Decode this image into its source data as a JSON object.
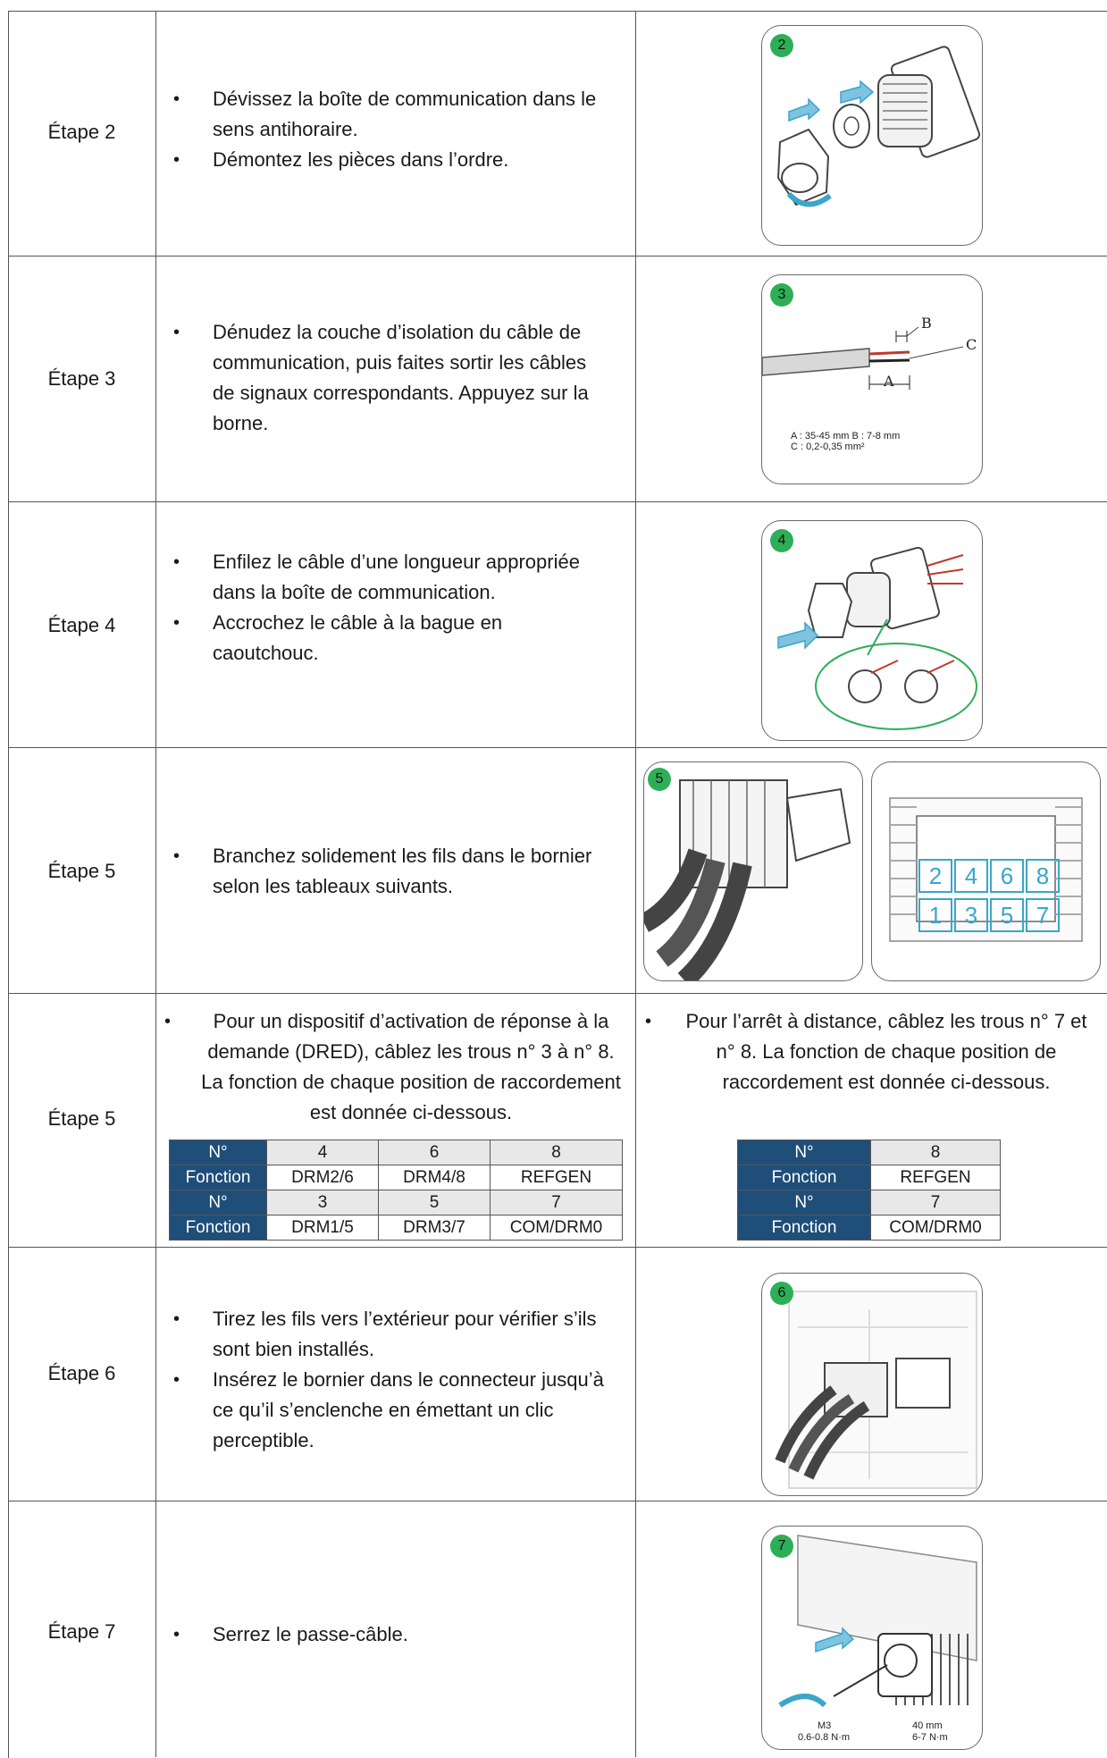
{
  "rows": [
    {
      "step": "Étape 2",
      "bullets": [
        "Dévissez la boîte de communication dans le sens antihoraire.",
        "Démontez les pièces dans l’ordre."
      ],
      "badge": "2"
    },
    {
      "step": "Étape 3",
      "bullets": [
        "Dénudez la couche d’isolation du câble de communication, puis faites sortir les câbles de signaux correspondants. Appuyez sur la borne."
      ],
      "badge": "3",
      "labels": {
        "a": "A",
        "b": "B",
        "c": "C"
      },
      "caption": {
        "line1": "A : 35-45 mm   B : 7-8 mm",
        "line2": "C : 0,2-0,35 mm²"
      }
    },
    {
      "step": "Étape 4",
      "bullets": [
        "Enfilez le câble d’une longueur appropriée dans la boîte de communication.",
        "Accrochez le câble à la bague en caoutchouc."
      ],
      "badge": "4"
    },
    {
      "step": "Étape 5",
      "bullets": [
        "Branchez solidement les fils dans le bornier selon les tableaux suivants."
      ],
      "badge": "5",
      "terminals": [
        "2",
        "4",
        "6",
        "8",
        "1",
        "3",
        "5",
        "7"
      ]
    },
    {
      "step": "Étape 5",
      "left_text": "Pour un dispositif d’activation de réponse à la demande (DRED), câblez les trous n° 3 à n° 8. La fonction de chaque position de raccordement est donnée ci-dessous.",
      "right_text": "Pour l’arrêt à distance, câblez les trous n° 7 et n° 8. La fonction de chaque position de raccordement est donnée ci-dessous.",
      "table_left": [
        [
          "N°",
          "4",
          "6",
          "8"
        ],
        [
          "Fonction",
          "DRM2/6",
          "DRM4/8",
          "REFGEN"
        ],
        [
          "N°",
          "3",
          "5",
          "7"
        ],
        [
          "Fonction",
          "DRM1/5",
          "DRM3/7",
          "COM/DRM0"
        ]
      ],
      "table_right": [
        [
          "N°",
          "8"
        ],
        [
          "Fonction",
          "REFGEN"
        ],
        [
          "N°",
          "7"
        ],
        [
          "Fonction",
          "COM/DRM0"
        ]
      ]
    },
    {
      "step": "Étape 6",
      "bullets": [
        "Tirez les fils vers l’extérieur pour vérifier s’ils sont bien installés.",
        "Insérez le bornier dans le connecteur jusqu’à ce qu’il s’enclenche en émettant un clic perceptible."
      ],
      "badge": "6"
    },
    {
      "step": "Étape 7",
      "bullets": [
        "Serrez le passe-câble."
      ],
      "badge": "7",
      "spec": {
        "screw": "M3",
        "torque1": "0.6-0.8 N·m",
        "length": "40 mm",
        "torque2": "6-7 N·m"
      }
    }
  ],
  "colors": {
    "header_blue": "#1f4e79",
    "cell_grey": "#e8e8e8",
    "badge_green": "#2eae57",
    "cyan": "#3aa6c9"
  }
}
